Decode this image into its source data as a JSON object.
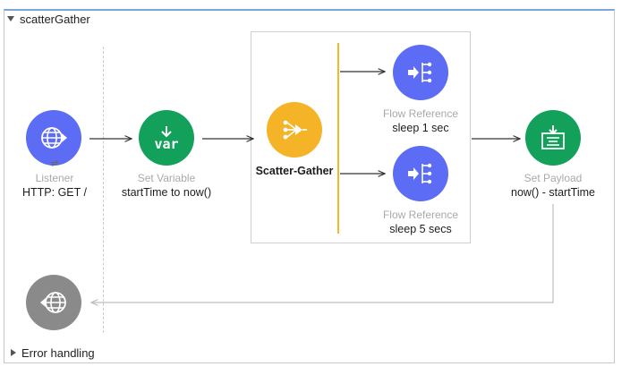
{
  "flow": {
    "name": "scatterGather"
  },
  "error_section": {
    "label": "Error handling"
  },
  "nodes": {
    "listener": {
      "type": "Listener",
      "title": "HTTP: GET /",
      "icon": "globe-icon",
      "badge": "⇌"
    },
    "set_variable": {
      "type": "Set Variable",
      "title": "startTime to now()",
      "icon": "var-icon",
      "glyph": "var"
    },
    "scatter_gather": {
      "title": "Scatter-Gather",
      "icon": "scatter-gather-icon"
    },
    "flow_ref_1": {
      "type": "Flow Reference",
      "title": "sleep 1 sec",
      "icon": "flow-reference-icon"
    },
    "flow_ref_2": {
      "type": "Flow Reference",
      "title": "sleep 5 secs",
      "icon": "flow-reference-icon"
    },
    "set_payload": {
      "type": "Set Payload",
      "title": "now() - startTime",
      "icon": "set-payload-icon"
    },
    "response": {
      "icon": "globe-icon"
    }
  },
  "colors": {
    "connector": "#5c6cf4",
    "transform": "#13a05a",
    "router": "#f5b428",
    "response": "#8a8a8a",
    "flow_border": "#7aa7d6"
  }
}
